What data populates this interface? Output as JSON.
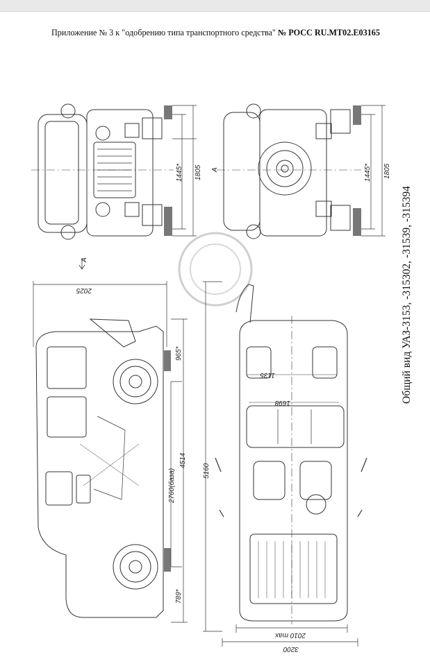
{
  "header": {
    "prefix": "Приложение № 3 к \"одобрению типа транспортного средства\" ",
    "doc_number": "№ РОСС RU.MT02.E03165"
  },
  "side_title": "Общий вид УАЗ-3153, -315302, -31539, -315394",
  "drawing": {
    "view_marker": "A",
    "dims": {
      "front_h1": "1445*",
      "front_h2": "1805",
      "rear_h1": "1445*",
      "rear_h2": "1805",
      "height_total": "2025",
      "front_overhang": "965*",
      "wheelbase": "2760(базa)",
      "length": "4514",
      "overall": "5160",
      "rear_overhang": "789*",
      "seat_width": "1135",
      "track": "1698",
      "width_max": "2010 max",
      "width_mirrors": "3200"
    }
  }
}
